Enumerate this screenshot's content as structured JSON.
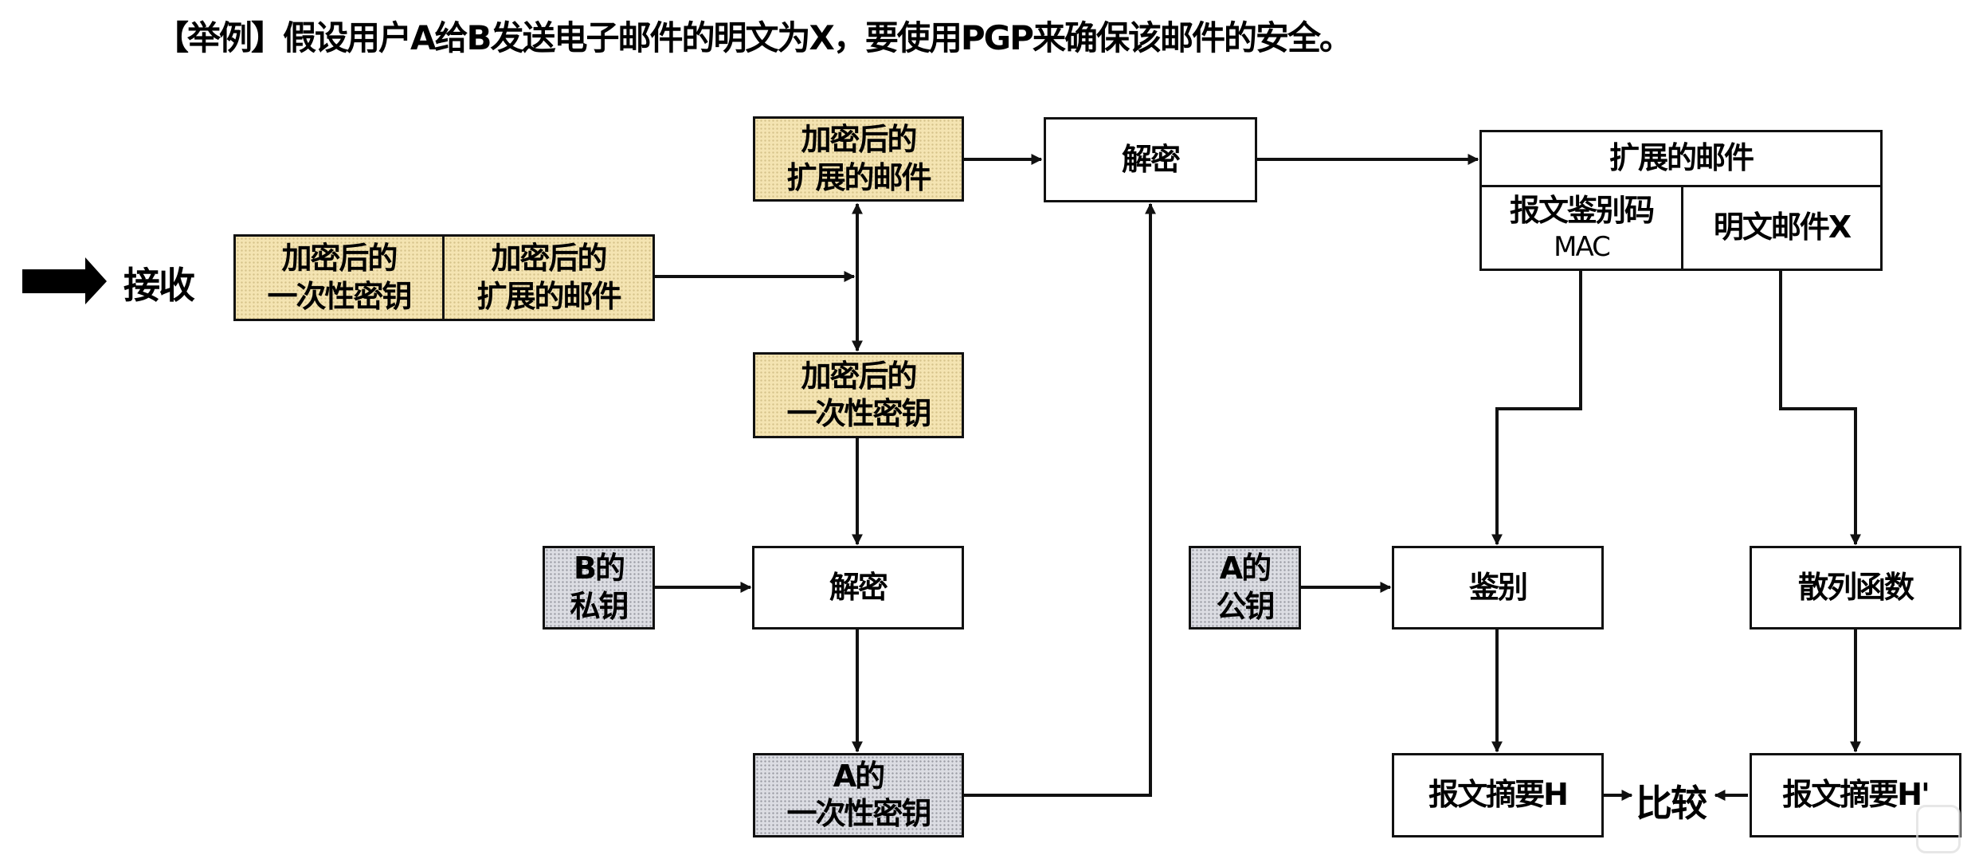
{
  "title": "【举例】假设用户A给B发送电子邮件的明文为X，要使用PGP来确保该邮件的安全。",
  "receive_label": "接收",
  "received_packet": {
    "left": [
      "加密后的",
      "一次性密钥"
    ],
    "right": [
      "加密后的",
      "扩展的邮件"
    ]
  },
  "encrypted_mail": [
    "加密后的",
    "扩展的邮件"
  ],
  "encrypted_key": [
    "加密后的",
    "一次性密钥"
  ],
  "b_private_key": [
    "B的",
    "私钥"
  ],
  "decrypt_key_label": "解密",
  "a_session_key": [
    "A的",
    "一次性密钥"
  ],
  "decrypt_mail_label": "解密",
  "extended_mail": {
    "header": "扩展的邮件",
    "mac": [
      "报文鉴别码",
      "MAC"
    ],
    "plaintext": "明文邮件X"
  },
  "a_public_key": [
    "A的",
    "公钥"
  ],
  "verify_label": "鉴别",
  "hash_label": "散列函数",
  "digest_h": "报文摘要H",
  "digest_h_prime": "报文摘要H'",
  "compare_label": "比较",
  "colors": {
    "encrypted_fill": "#f4e4b2",
    "key_fill": "#dcdde3",
    "line": "#111111"
  }
}
